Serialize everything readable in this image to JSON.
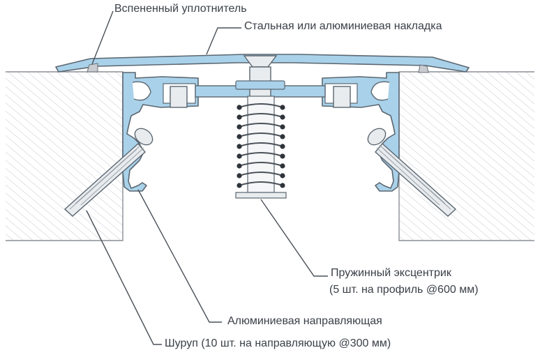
{
  "labels": {
    "foam_seal": "Вспененный уплотнитель",
    "cover_plate": "Стальная или алюминиевая накладка",
    "spring_line1": "Пружинный эксцентрик",
    "spring_line2": "(5 шт. на профиль @600 мм)",
    "guide": "Алюминиевая направляющая",
    "screw": "Шуруп (10 шт. на направляющую @300 мм)"
  },
  "colors": {
    "profile_fill": "#a9d2ea",
    "profile_stroke": "#5b6670",
    "concrete_stroke": "#8a8f96",
    "hatch": "#b9bdc2",
    "leader": "#4a5058",
    "text": "#3a3f47"
  }
}
